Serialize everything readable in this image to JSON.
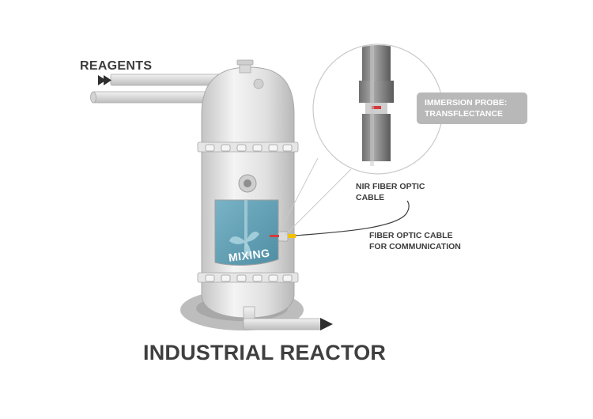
{
  "labels": {
    "reagents": "REAGENTS",
    "immersion_probe": "IMMERSION PROBE: TRANSFLECTANCE",
    "nir_cable": "NIR FIBER OPTIC CABLE",
    "fiber_comm": "FIBER OPTIC CABLE FOR COMMUNICATION",
    "mixing": "MIXING",
    "title": "INDUSTRIAL REACTOR"
  },
  "colors": {
    "liquid": "#5e9fb5",
    "vessel": "#e9e9e9",
    "arrow": "#2e2e2e",
    "probe_badge": "#b8b8b8",
    "fiber_cable": "#f2c200",
    "probe_tip": "#d43a3a"
  }
}
